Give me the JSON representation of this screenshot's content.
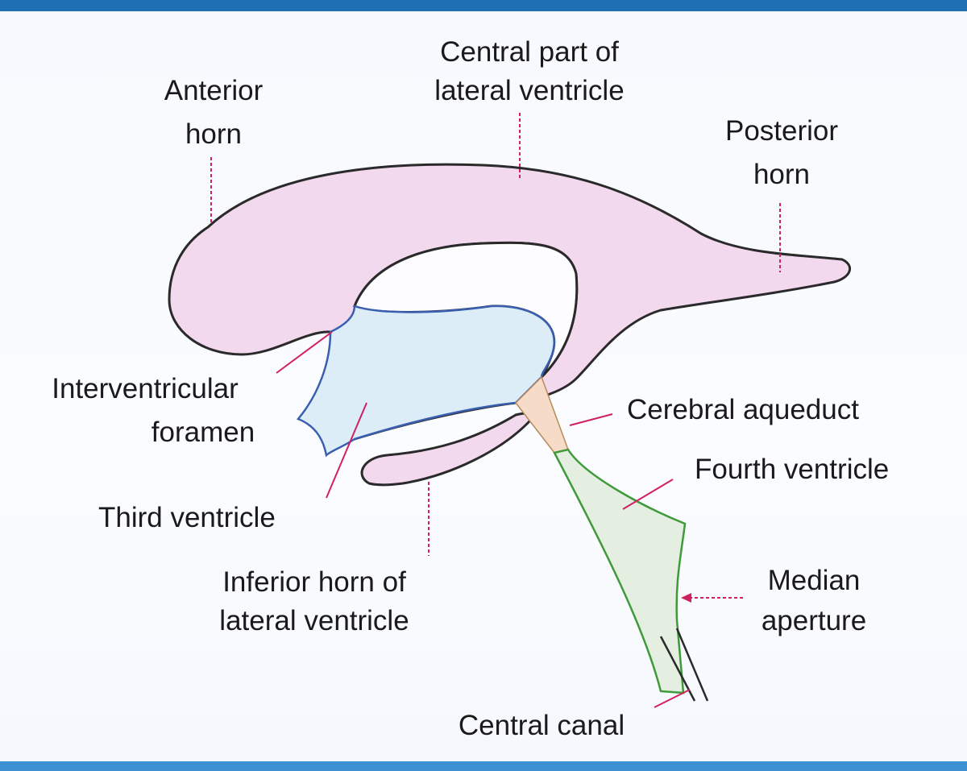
{
  "colors": {
    "band": "#1f6fb5",
    "lateral_ventricle_fill": "#f3d9ee",
    "third_ventricle_fill": "#dcedf8",
    "aqueduct_fill": "#f6dcc8",
    "fourth_ventricle_fill": "#e4efe2",
    "pointer": "#d0205f",
    "outline": "#2a2a2a",
    "third_ventricle_outline": "#3a5fb0",
    "fourth_ventricle_outline": "#3f9a3a"
  },
  "labels": {
    "anterior_horn": [
      "Anterior",
      "horn"
    ],
    "central_part": [
      "Central part of",
      "lateral ventricle"
    ],
    "posterior_horn": [
      "Posterior",
      "horn"
    ],
    "interventricular_foramen": [
      "Interventricular",
      "foramen"
    ],
    "cerebral_aqueduct": "Cerebral aqueduct",
    "fourth_ventricle": "Fourth ventricle",
    "third_ventricle": "Third ventricle",
    "inferior_horn": [
      "Inferior horn of",
      "lateral ventricle"
    ],
    "median_aperture": [
      "Median",
      "aperture"
    ],
    "central_canal": "Central canal"
  }
}
